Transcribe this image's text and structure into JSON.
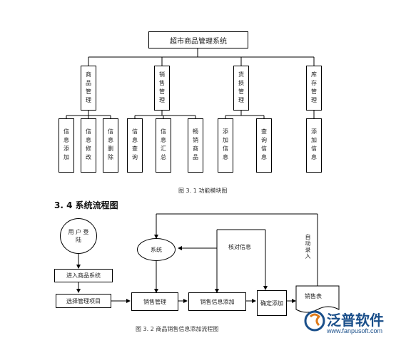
{
  "hierarchy": {
    "root": "超市商品管理系统",
    "modules": [
      {
        "label": "商品管理",
        "children": [
          "信息添加",
          "信息修改",
          "信息删除"
        ]
      },
      {
        "label": "销售管理",
        "children": [
          "信息查询",
          "信息汇总",
          "畅销商品"
        ]
      },
      {
        "label": "货损管理",
        "children": [
          "添加信息",
          "查询信息"
        ]
      },
      {
        "label": "库存管理",
        "children": [
          "添加信息"
        ]
      }
    ],
    "caption": "图 3. 1 功能模块图"
  },
  "section_heading": "3. 4 系统流程图",
  "flow": {
    "login": "用 户 登 陆",
    "enter": "进入商品系统",
    "select": "选择管理项目",
    "sales_mgmt": "销售管理",
    "sales_add": "销售信息添加",
    "confirm_add": "确定添加",
    "sales_table": "销售表",
    "system": "系统",
    "verify": "核对信息",
    "auto_entry": "自动录入",
    "caption": "图 3. 2   商品销售信息添加流程图"
  },
  "logo": {
    "name": "泛普软件",
    "url": "www.fanpusoft.com",
    "brand_color": "#1a4f8a"
  }
}
